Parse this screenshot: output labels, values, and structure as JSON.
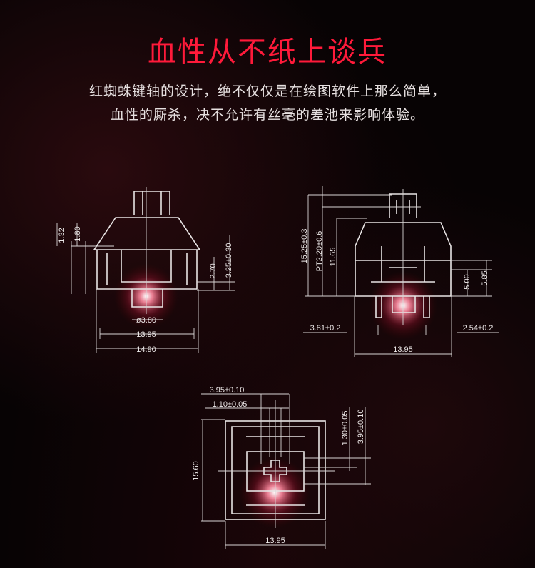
{
  "heading": {
    "title": "血性从不纸上谈兵"
  },
  "description": {
    "line1": "红蜘蛛键轴的设计，绝不仅仅是在绘图软件上那么简单，",
    "line2": "血性的厮杀，决不允许有丝毫的差池来影响体验。"
  },
  "colors": {
    "title": "#ff1a3a",
    "glow": "#ff4d6d",
    "line": "#e8e4e4"
  },
  "drawings": {
    "side": {
      "d1": "1.32",
      "d2": "1.80",
      "d3": "2.70",
      "d4": "3.25±0.30",
      "led": "ø3.80",
      "w1": "13.95",
      "w2": "14.90"
    },
    "front": {
      "h1": "15.25±0.3",
      "h2": "PT2.20±0.6",
      "h3": "11.65",
      "r1": "5.00",
      "r2": "5.85",
      "p1": "3.81±0.2",
      "p2": "2.54±0.2",
      "w": "13.95"
    },
    "top": {
      "t1": "3.95±0.10",
      "t2": "1.10±0.05",
      "r1": "1.30±0.05",
      "r2": "3.95±0.10",
      "h": "15.60",
      "w": "13.95"
    }
  }
}
